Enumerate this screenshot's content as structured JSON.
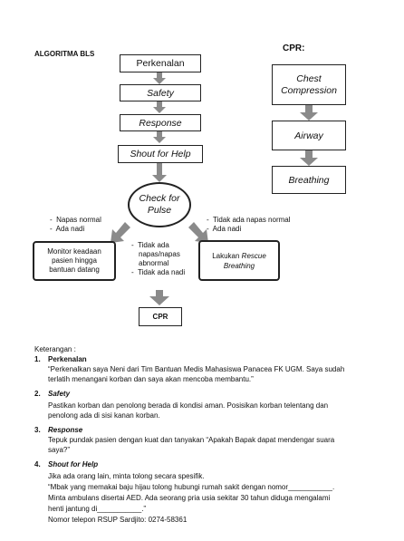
{
  "header": {
    "title": "ALGORITMA BLS",
    "cpr_title": "CPR:"
  },
  "flow": {
    "perkenalan": "Perkenalan",
    "safety": "Safety",
    "response": "Response",
    "shout": "Shout for Help",
    "check_line1": "Check for",
    "check_line2": "Pulse",
    "left_conditions": [
      "Napas normal",
      "Ada nadi"
    ],
    "right_conditions": [
      "Tidak ada napas normal",
      "Ada nadi"
    ],
    "middle_conditions_line1": "Tidak ada",
    "middle_conditions_line2": "napas/napas",
    "middle_conditions_line3": "abnormal",
    "middle_conditions_line4": "Tidak ada nadi",
    "monitor_line1": "Monitor keadaan",
    "monitor_line2": "pasien hingga",
    "monitor_line3": "bantuan datang",
    "rescue_prefix": "Lakukan ",
    "rescue_italic1": "Rescue",
    "rescue_italic2": "Breathing",
    "cpr": "CPR"
  },
  "cpr_flow": {
    "chest_line1": "Chest",
    "chest_line2": "Compression",
    "airway": "Airway",
    "breathing": "Breathing"
  },
  "notes": {
    "heading": "Keterangan :",
    "items": [
      {
        "number": "1.",
        "title": "Perkenalan",
        "lines": [
          "“Perkenalkan saya Neni dari Tim Bantuan Medis Mahasiswa Panacea FK  UGM.  Saya sudah",
          "terlatih menangani korban dan saya akan mencoba membantu.”"
        ]
      },
      {
        "number": "2.",
        "title": "Safety",
        "lines": [
          "Pastikan korban dan penolong berada di kondisi aman. Posisikan korban telentang dan",
          "penolong ada di sisi kanan korban."
        ]
      },
      {
        "number": "3.",
        "title": "Response",
        "lines": [
          "Tepuk pundak pasien dengan kuat dan tanyakan “Apakah Bapak dapat mendengar suara",
          "saya?”"
        ]
      },
      {
        "number": "4.",
        "title": "Shout for Help",
        "lines": [
          "Jika ada orang lain, minta tolong secara spesifik.",
          "“Mbak yang memakai baju hijau tolong hubungi rumah sakit   dengan nomor___________.",
          "Minta ambulans disertai AED. Ada seorang pria usia sekitar 30 tahun diduga mengalami",
          "henti jantung di___________.”",
          "Nomor telepon RSUP Sardjito: 0274-58361"
        ]
      }
    ]
  },
  "colors": {
    "arrow": "#7f7f7f",
    "border": "#222222"
  }
}
